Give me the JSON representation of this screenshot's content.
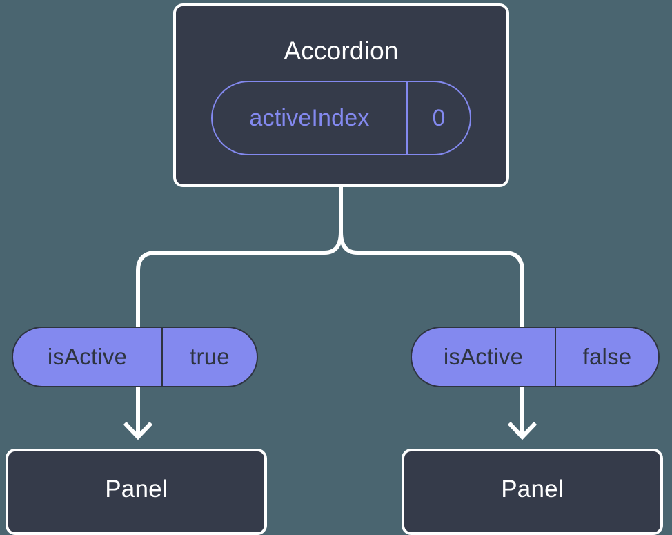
{
  "diagram": {
    "type": "component-tree",
    "background_color": "#4a6570",
    "node_fill_color": "#353b4a",
    "node_border_color": "#ffffff",
    "accent_color": "#8389ef",
    "connector_color": "#ffffff",
    "root": {
      "title": "Accordion",
      "state": {
        "key": "activeIndex",
        "value": "0"
      }
    },
    "branches": [
      {
        "side": "left",
        "prop": {
          "key": "isActive",
          "value": "true"
        },
        "child": {
          "title": "Panel"
        }
      },
      {
        "side": "right",
        "prop": {
          "key": "isActive",
          "value": "false"
        },
        "child": {
          "title": "Panel"
        }
      }
    ]
  }
}
